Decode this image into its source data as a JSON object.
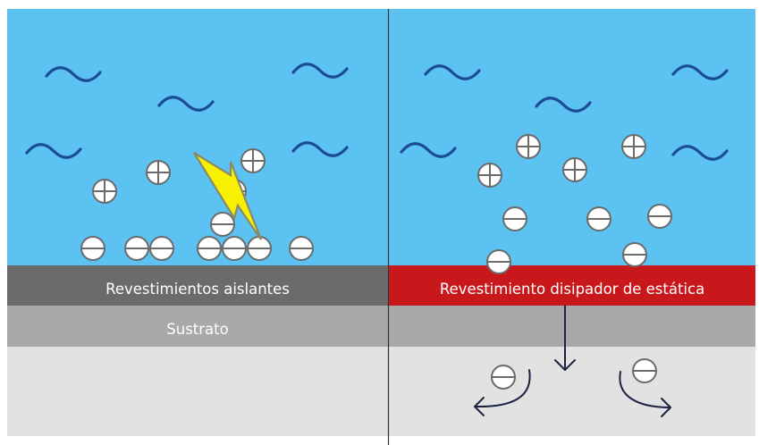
{
  "labels": {
    "left_coating": "Revestimientos aislantes",
    "right_coating": "Revestimiento disipador de estática",
    "substrate": "Sustrato"
  },
  "colors": {
    "water": "#5bc2f1",
    "wave": "#1b4c95",
    "insulating_coating": "#6b6b6e",
    "dissipative_coating": "#c8181c",
    "substrate_band": "#a9a9ab",
    "base": "#e2e2e2",
    "charge_fill": "#ffffff",
    "charge_stroke": "#6b6b6b",
    "spark": "#f7f000",
    "spark_outline": "#8a8a6a",
    "arrow": "#1d2340",
    "divider": "#333333"
  },
  "icons": {
    "positive_charge": "plus-circle-icon",
    "negative_charge": "minus-circle-icon",
    "static_discharge": "lightning-bolt-icon",
    "flow": "arrow-icon"
  }
}
